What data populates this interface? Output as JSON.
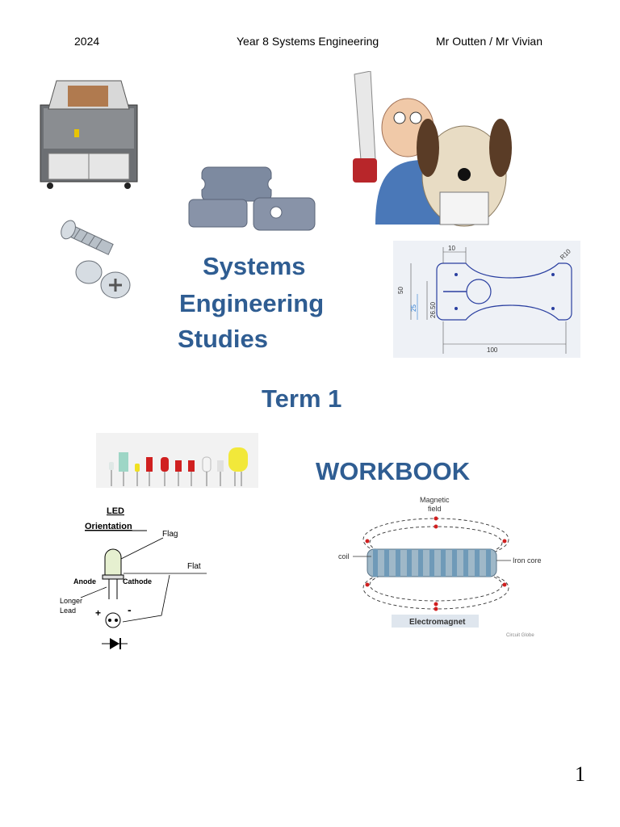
{
  "header": {
    "year": "2024",
    "course": "Year 8 Systems Engineering",
    "teachers": "Mr Outten / Mr Vivian"
  },
  "title": {
    "line1": "Systems",
    "line2": "Engineering",
    "line3": "Studies"
  },
  "term": "Term 1",
  "workbook": "WORKBOOK",
  "drawing": {
    "dim_top": "10",
    "dim_radius": "R10",
    "dim_left": "50",
    "dim_hole": "25",
    "dim_inner": "26.50",
    "dim_bottom": "100"
  },
  "led_diagram": {
    "title_line1": "LED",
    "title_line2": "Orientation",
    "flag": "Flag",
    "flat": "Flat",
    "anode": "Anode",
    "cathode": "Cathode",
    "longer_lead_1": "Longer",
    "longer_lead_2": "Lead",
    "plus": "+",
    "minus": "-"
  },
  "electromagnet": {
    "magnetic_field_1": "Magnetic",
    "magnetic_field_2": "field",
    "coil": "coil",
    "iron_core": "Iron core",
    "caption": "Electromagnet",
    "credit": "Circuit Globe"
  },
  "page_number": "1"
}
